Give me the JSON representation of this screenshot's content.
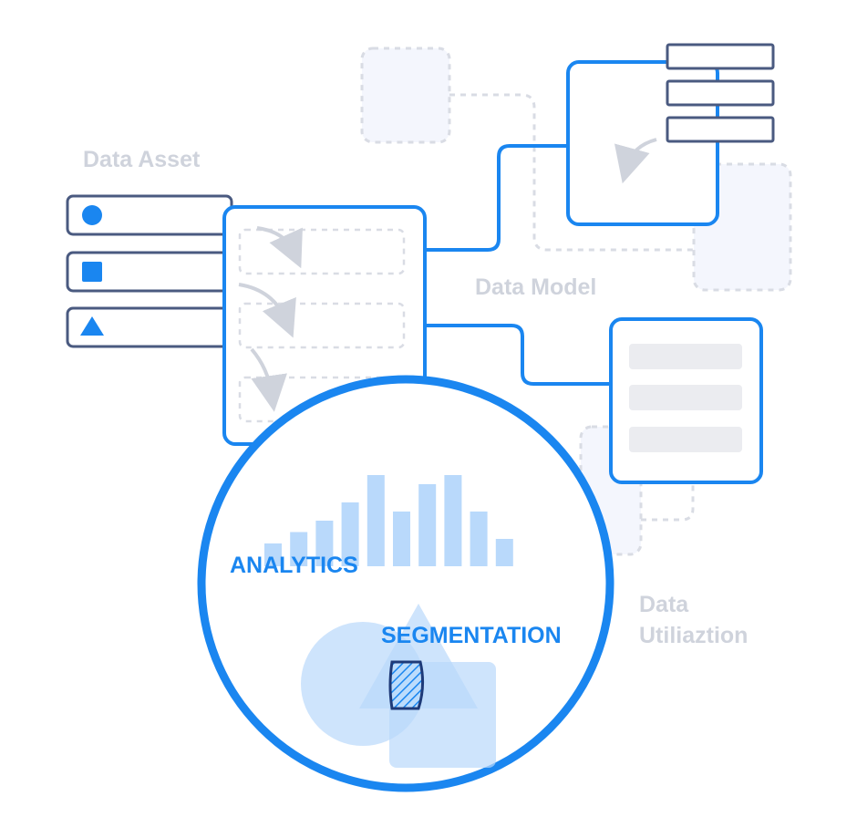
{
  "labels": {
    "data_asset": "Data Asset",
    "data_model": "Data Model",
    "data_utilization_line1": "Data",
    "data_utilization_line2": "Utiliaztion"
  },
  "lens": {
    "analytics": "ANALYTICS",
    "segmentation": "SEGMENTATION",
    "histogram_values": [
      1.0,
      1.5,
      2.0,
      2.8,
      4.0,
      2.4,
      3.6,
      4.0,
      2.4,
      1.2
    ]
  },
  "asset_items": [
    {
      "shape": "circle-icon"
    },
    {
      "shape": "square-icon"
    },
    {
      "shape": "triangle-icon"
    }
  ],
  "colors": {
    "accent": "#1a86f0",
    "outline": "#4a5a80",
    "muted_text": "#cfd3dc",
    "dashed": "#d9dce4",
    "light_fill": "#b9d9fb"
  }
}
